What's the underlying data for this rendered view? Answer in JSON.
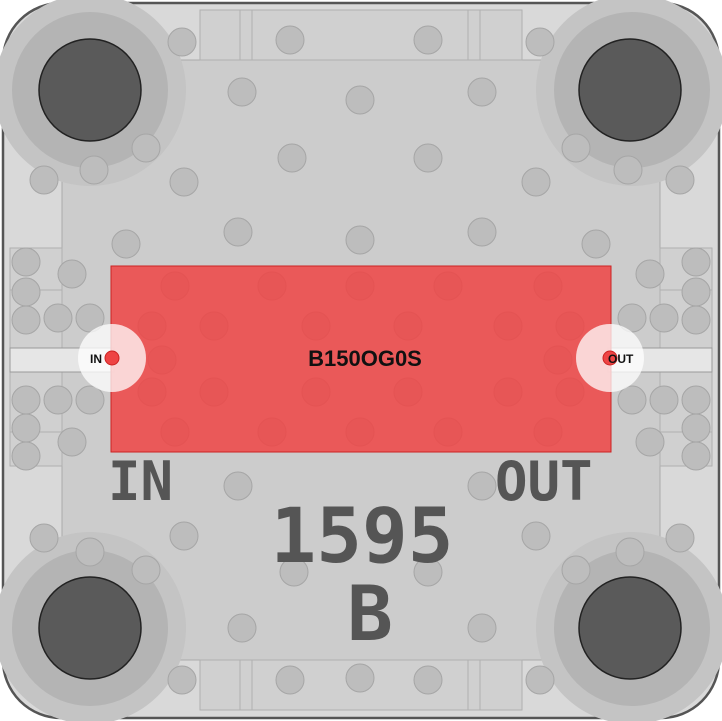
{
  "board": {
    "colors": {
      "outline": "#555555",
      "substrate": "#d9d9d9",
      "plane": "#cccccc",
      "via": "#bdbdbd",
      "mount_hole": "#5a5a5a",
      "chip": "#ee4444",
      "silk": "#555555"
    }
  },
  "chip": {
    "label": "B150OG0S",
    "color": "#ee4444"
  },
  "ports": {
    "in_label": "IN",
    "out_label": "OUT"
  },
  "silkscreen": {
    "in": "IN",
    "out": "OUT",
    "part_number": "1595",
    "variant": "B"
  }
}
